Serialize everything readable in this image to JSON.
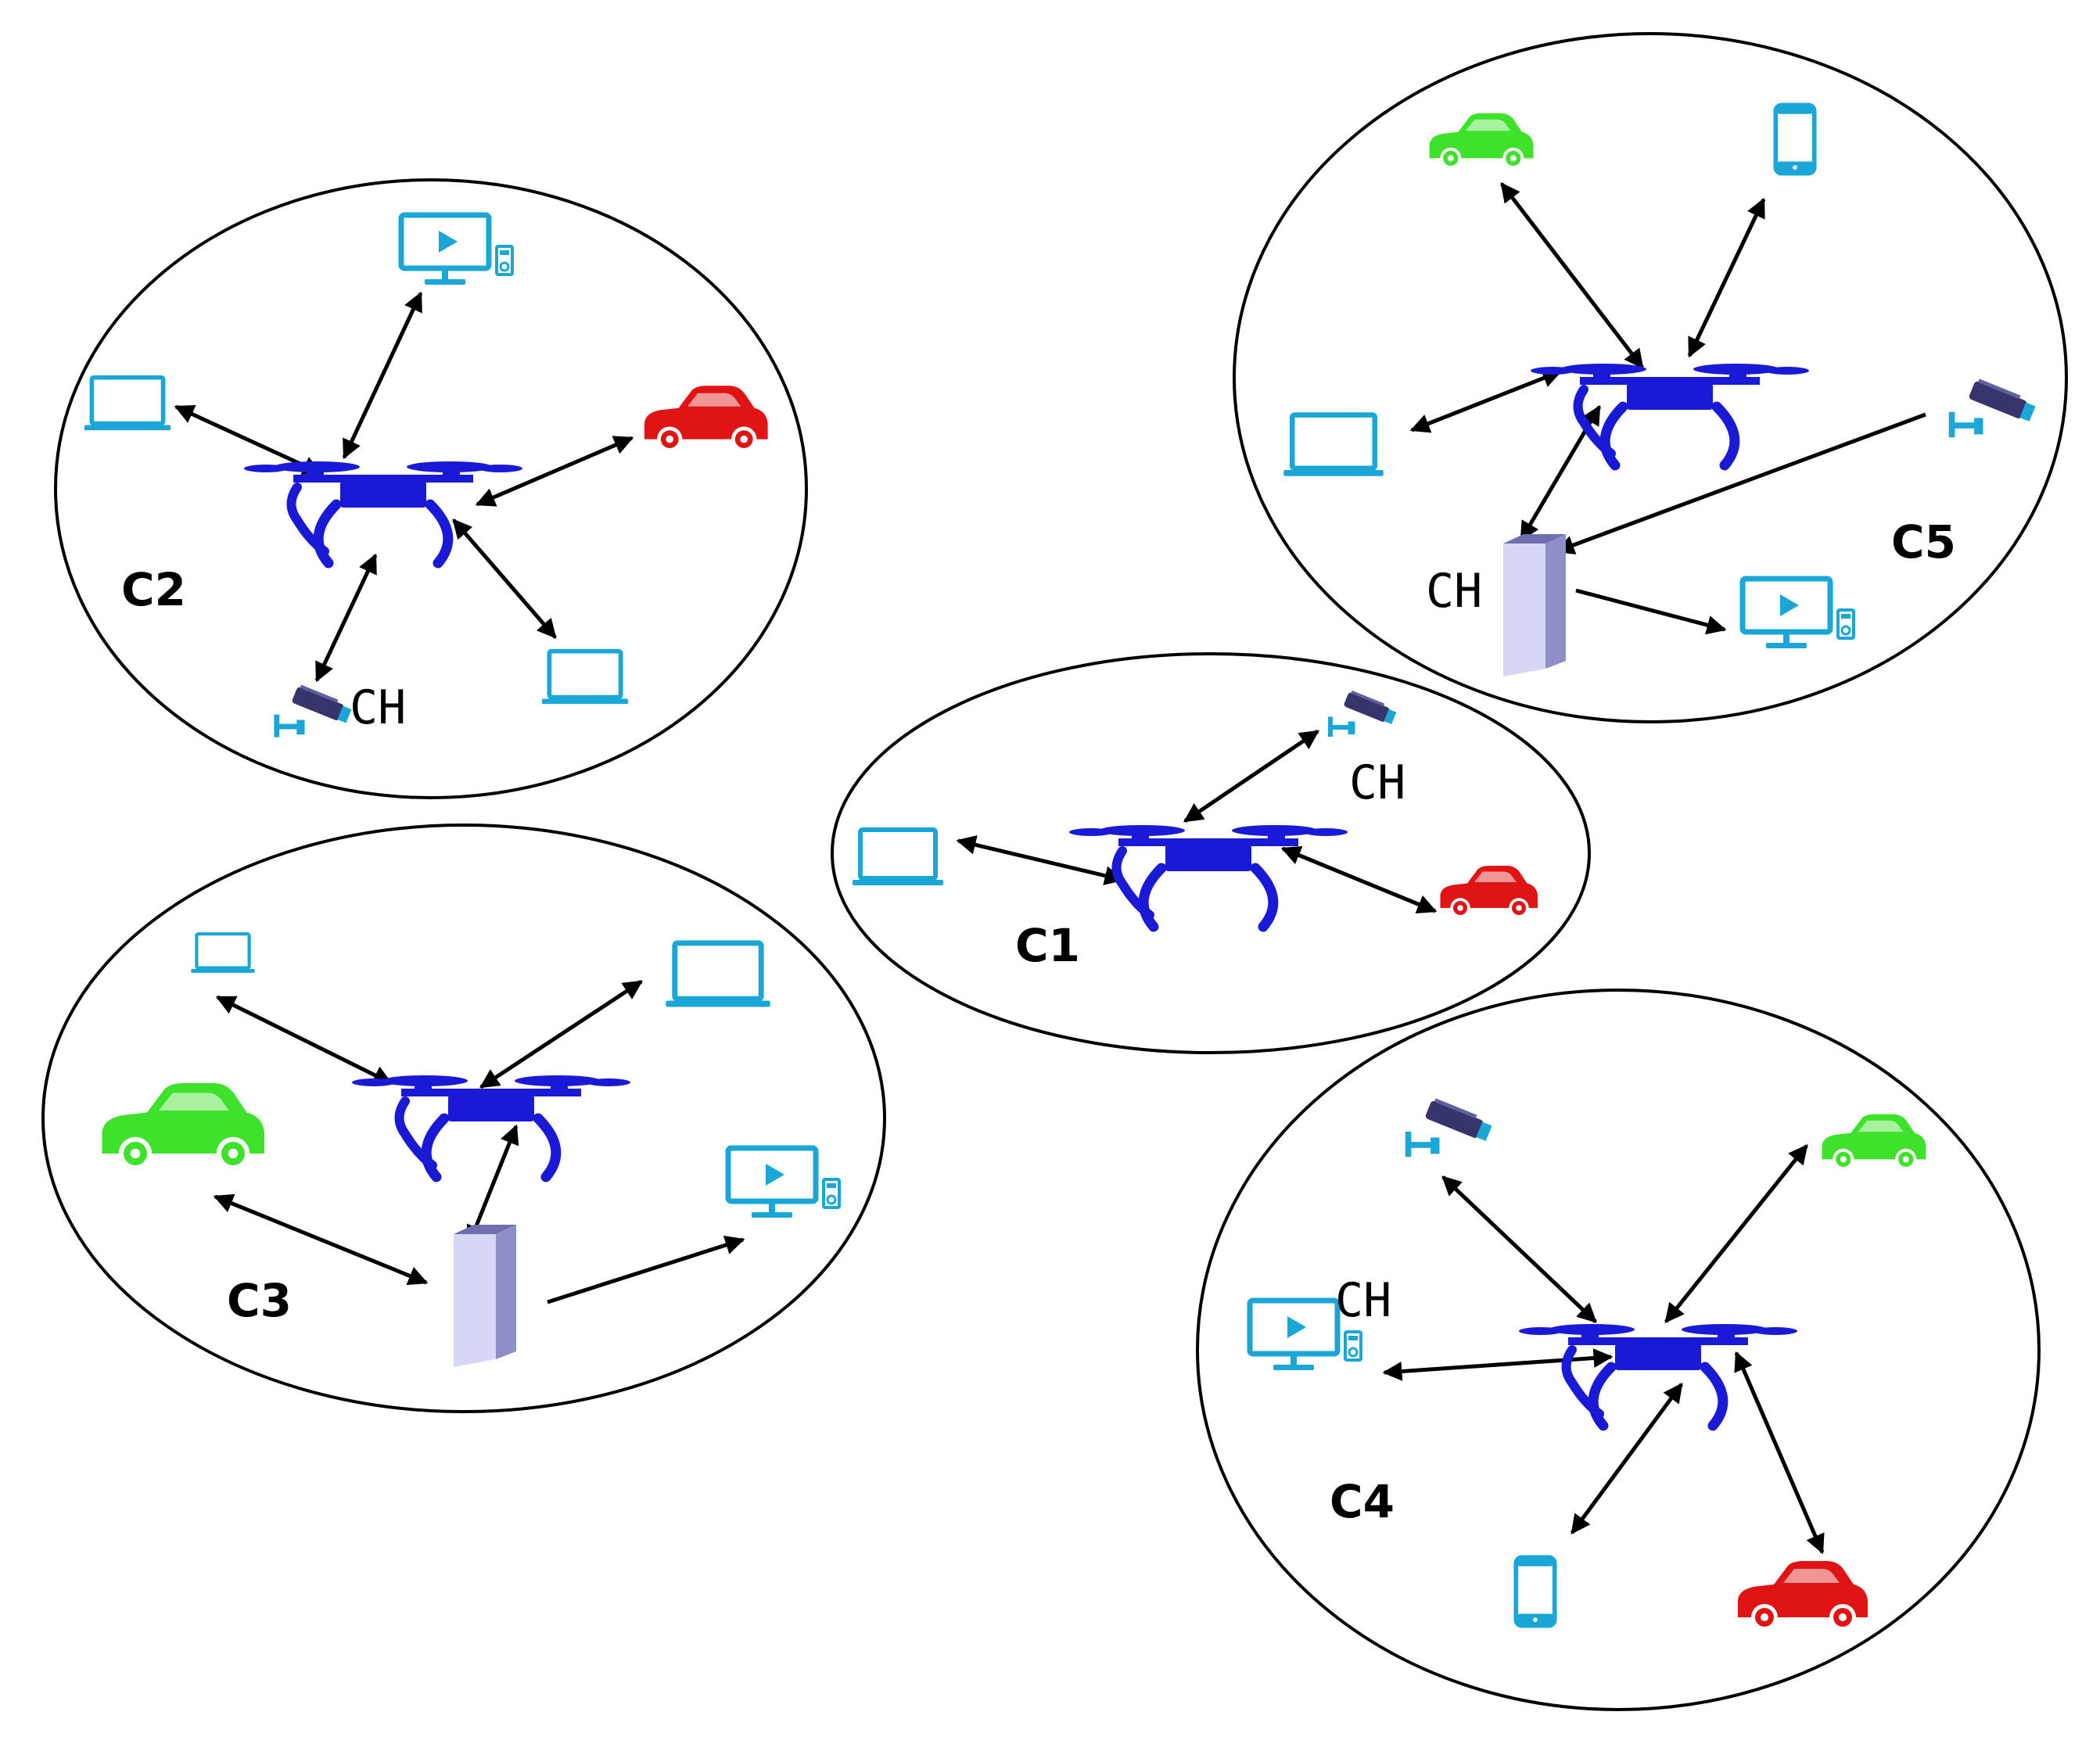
{
  "colors": {
    "drone": "#1a1ad6",
    "device": "#1aa6d6",
    "car_red": "#e01414",
    "car_green": "#3ee22a",
    "camera": "#35356b",
    "tower_front": "#d6d6f5",
    "tower_side": "#8e8ec8",
    "arrow": "#000000",
    "ellipse": "#000000"
  },
  "ch_label": "CH",
  "clusters": [
    {
      "id": "c1",
      "label": "C1",
      "ch_label": "CH"
    },
    {
      "id": "c2",
      "label": "C2",
      "ch_label": "CH"
    },
    {
      "id": "c3",
      "label": "C3"
    },
    {
      "id": "c4",
      "label": "C4",
      "ch_label": "CH"
    },
    {
      "id": "c5",
      "label": "C5",
      "ch_label": "CH"
    }
  ],
  "icon_types": [
    "drone-icon",
    "laptop-icon",
    "monitor-icon",
    "car-icon",
    "camera-icon",
    "phone-icon",
    "tower-icon"
  ]
}
